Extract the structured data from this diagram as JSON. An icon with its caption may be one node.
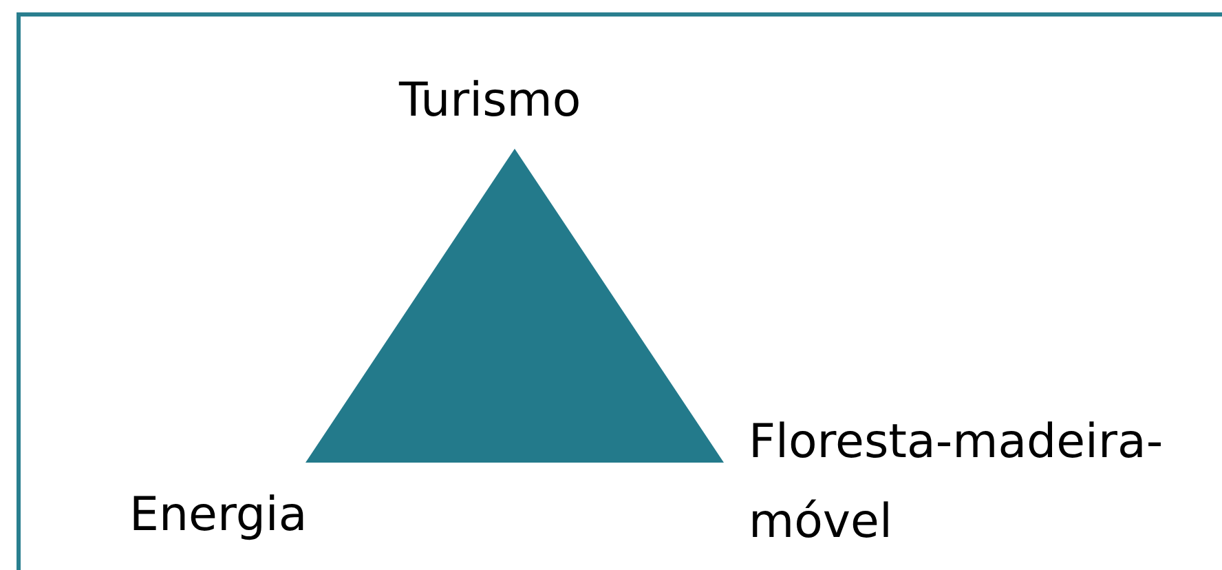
{
  "diagram": {
    "nodes": [
      {
        "text": [],
        "shape": "triangle"
      }
    ],
    "labels": [
      "Turismo",
      "Floresta-madeira-móvel",
      "Energia"
    ]
  }
}
